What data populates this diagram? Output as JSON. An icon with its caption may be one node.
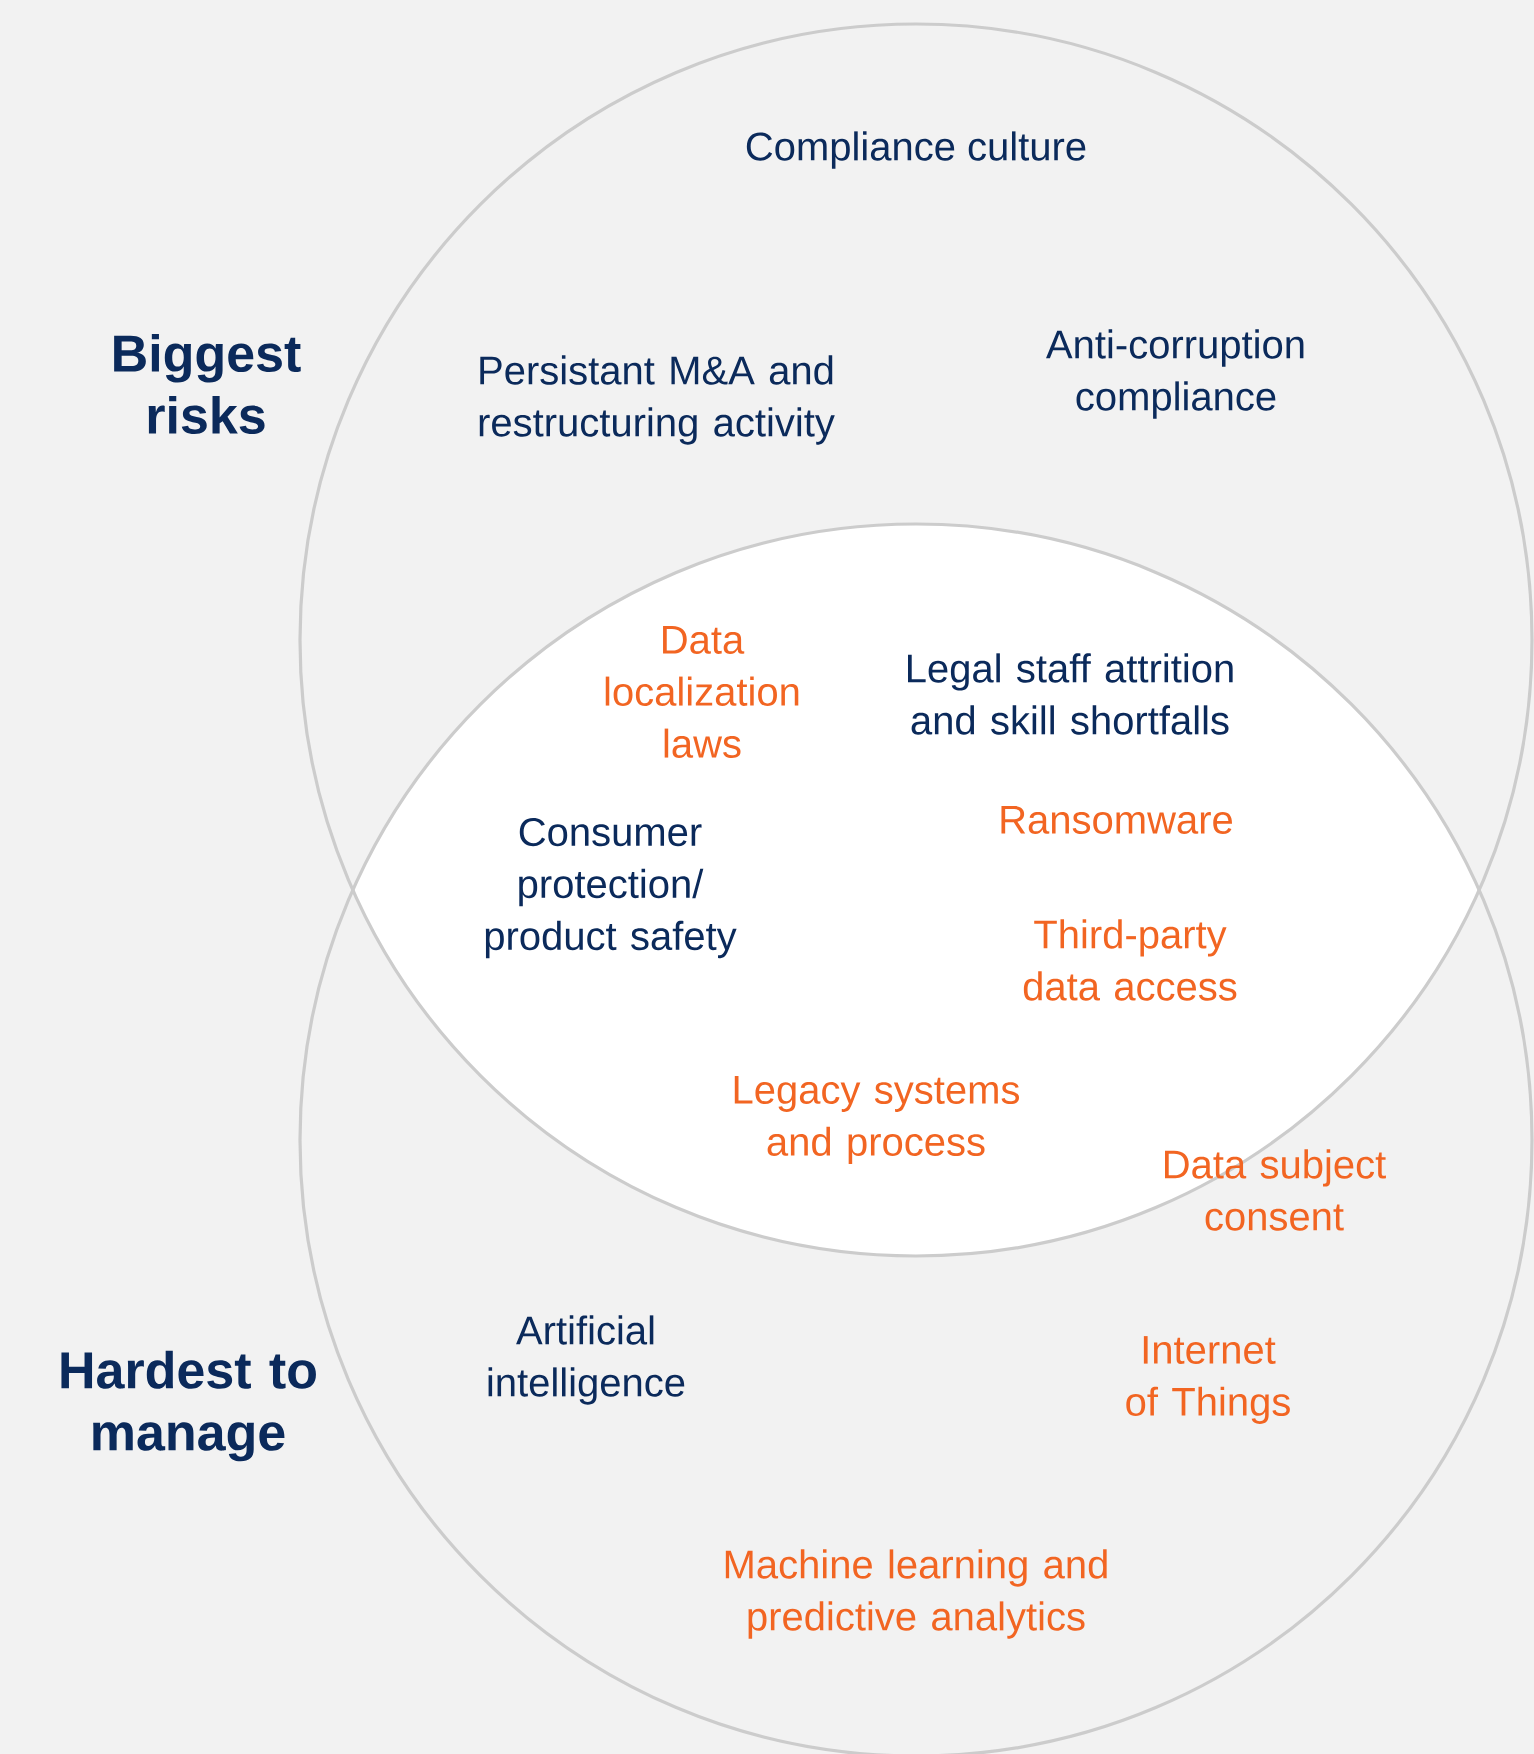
{
  "diagram": {
    "nodes": [
      {
        "text": [
          "Biggest risks"
        ]
      },
      {
        "text": [
          "Hardest to manage"
        ]
      }
    ],
    "labels": [
      "Compliance culture",
      "Persistant M&A and restructuring activity",
      "Anti-corruption compliance",
      "Data localization laws",
      "Legal staff attrition and skill shortfalls",
      "Consumer protection/ product safety",
      "Ransomware",
      "Third-party data access",
      "Legacy systems and process",
      "Data subject consent",
      "Artificial intelligence",
      "Internet of Things",
      "Machine learning and predictive analytics"
    ]
  }
}
